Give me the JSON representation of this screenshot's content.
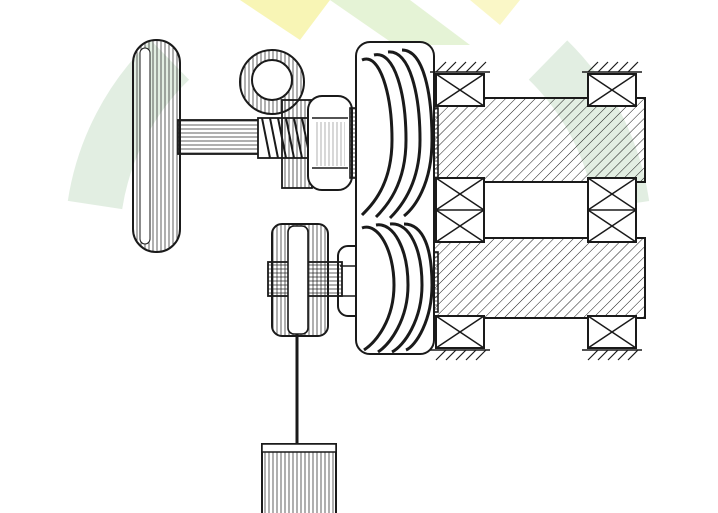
{
  "diagram": {
    "kind": "mechanical-drawing",
    "components": [
      "handwheel",
      "worm-screw",
      "eccentric-lever",
      "hex-nut-upper",
      "hex-nut-lower",
      "helical-gear-stack",
      "upper-shaft",
      "lower-shaft",
      "bearing-blocks",
      "rope-pulley",
      "rope",
      "hanging-weight"
    ]
  },
  "colors": {
    "watermark_green": "#cfe3cf",
    "watermark_yellow": "#f6f2a2",
    "watermark_lightgreen": "#dff0cc",
    "ink": "#1a1a1a",
    "background": "#ffffff"
  }
}
